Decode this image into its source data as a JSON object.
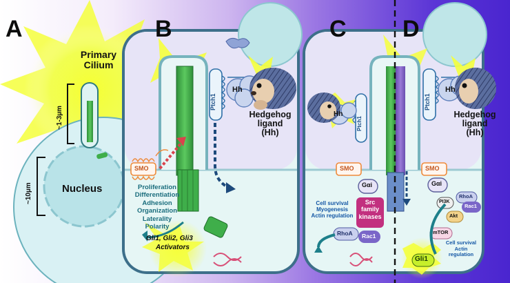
{
  "panels": {
    "a": "A",
    "b": "B",
    "c": "C",
    "d": "D"
  },
  "panel_a": {
    "cilium_label_line1": "Primary",
    "cilium_label_line2": "Cilium",
    "cilium_size": "~1-3µm",
    "nucleus_size": "~10µm",
    "nucleus_label": "Nucleus"
  },
  "panel_b": {
    "smo": "SMO",
    "ptch1": "Ptch1",
    "hh": "Hh",
    "ligand_line1": "Hedgehog",
    "ligand_line2": "ligand",
    "ligand_line3": "(Hh)",
    "functions": [
      "Proliferation",
      "Differentiation",
      "Adhesion",
      "Organization",
      "Laterality",
      "Polarity"
    ],
    "gli_genes": "Gli1, Gli2, Gli3",
    "gli_activators": "Activators"
  },
  "panel_c": {
    "hh": "Hh",
    "ptch1": "Ptch1",
    "smo": "SMO",
    "galpha": "Gαi",
    "src_line1": "Src",
    "src_line2": "family",
    "src_line3": "kinases",
    "outcomes": [
      "Cell survival",
      "Myogenesis",
      "Actin regulation"
    ],
    "rhoa": "RhoA",
    "rac1": "Rac1"
  },
  "panel_d": {
    "ptch1": "Ptch1",
    "hh": "Hh",
    "ligand_line1": "Hedgehog",
    "ligand_line2": "ligand",
    "ligand_line3": "(Hh)",
    "smo": "SMO",
    "galpha": "Gαi",
    "pi3k": "PI3K",
    "rhoa": "RhoA",
    "rac1": "Rac1",
    "akt": "Akt",
    "mtor": "mTOR",
    "outcomes": [
      "Cell survival",
      "Actin",
      "regulation"
    ],
    "gli1": "Gli1"
  },
  "colors": {
    "cilium_green": "#3fae4a",
    "cell_fill": "#e9f7f6",
    "membrane_teal": "#7fb8c3",
    "smo_orange": "#ef8a3a",
    "src_magenta": "#c2307f",
    "glow_yellow": "#f1ff3a",
    "arrow_navy": "#1d4a7c",
    "arrow_red": "#d9434c"
  }
}
